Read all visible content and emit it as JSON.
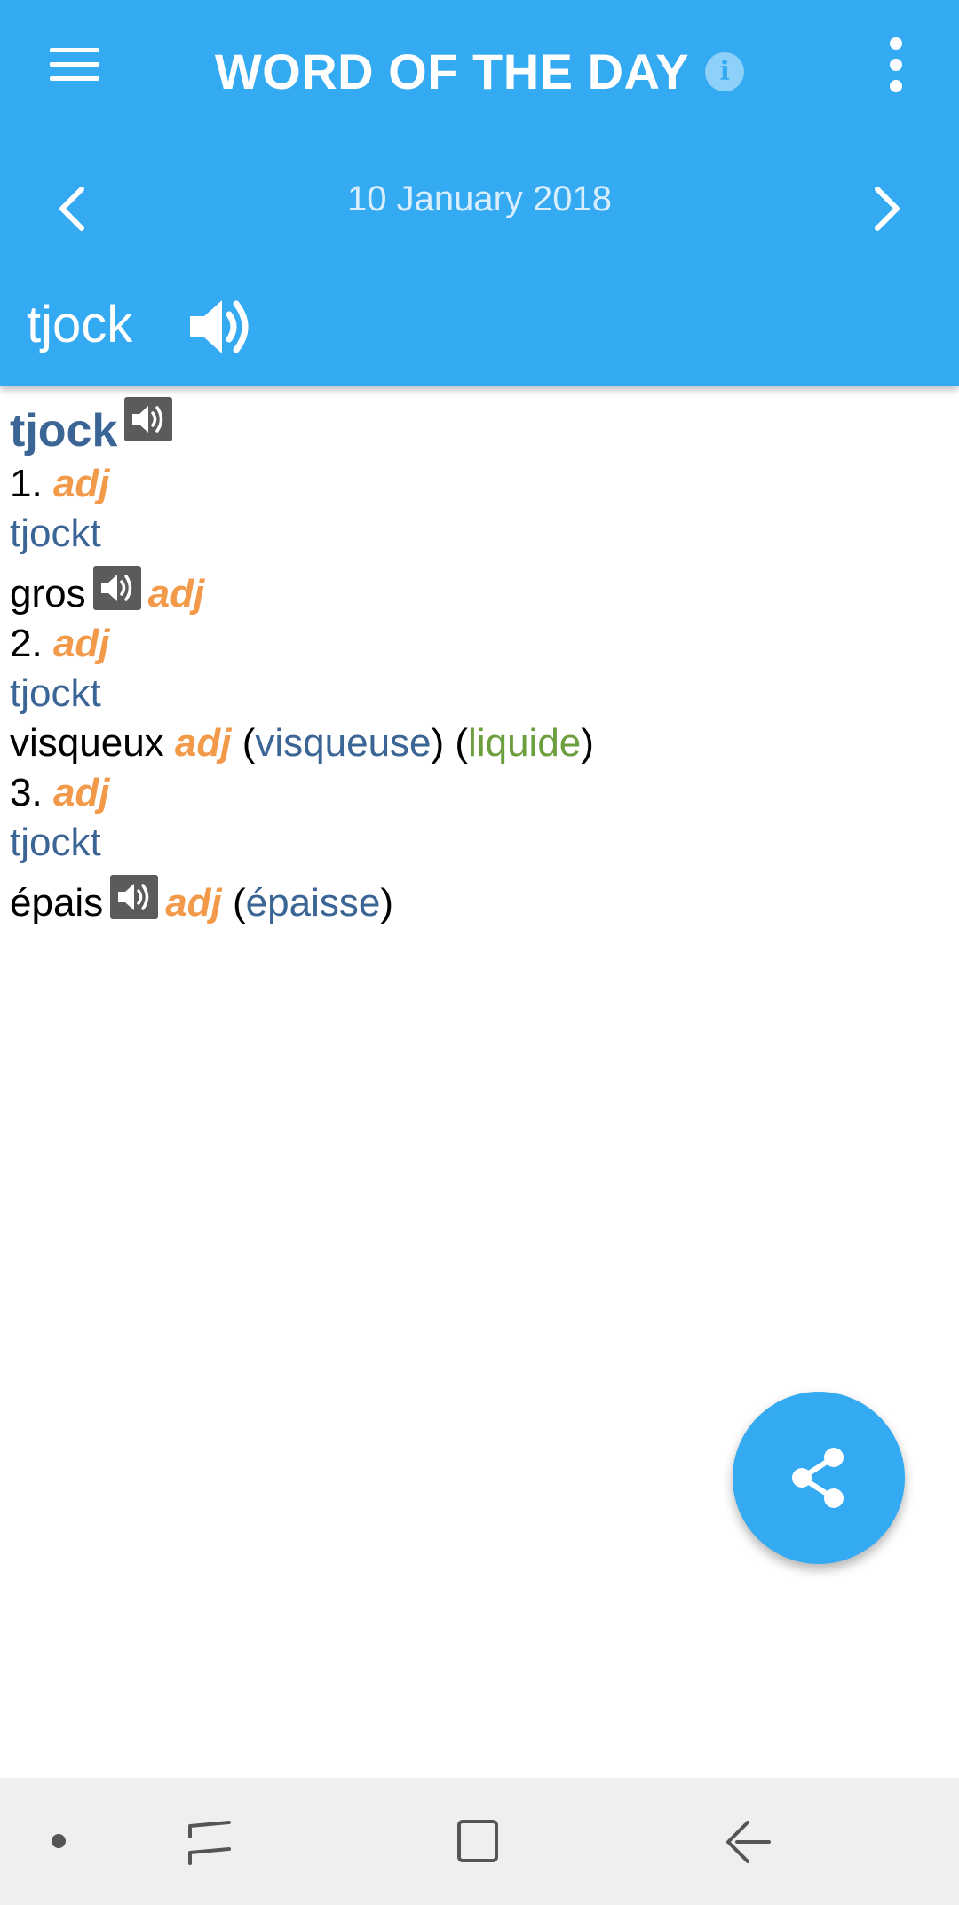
{
  "app": {
    "title": "WORD OF THE DAY",
    "date": "10 January 2018",
    "word": "tjock",
    "colors": {
      "accent": "#33aaf2",
      "headword": "#3a6595",
      "part_of_speech": "#f39a4a",
      "context": "#6b9e3c"
    }
  },
  "icons": {
    "menu": "hamburger-icon",
    "info": "info-icon",
    "more": "more-vert-icon",
    "prev": "chevron-left-icon",
    "next": "chevron-right-icon",
    "speaker": "speaker-icon",
    "share": "share-icon"
  },
  "entry": {
    "headword": "tjock",
    "senses": [
      {
        "number": "1.",
        "pos": "adj",
        "inflection": "tjockt",
        "translation": "gros",
        "translation_pos": "adj"
      },
      {
        "number": "2.",
        "pos": "adj",
        "inflection": "tjockt",
        "translation": "visqueux",
        "translation_pos": "adj",
        "feminine": "visqueuse",
        "context": "liquide"
      },
      {
        "number": "3.",
        "pos": "adj",
        "inflection": "tjockt",
        "translation": "épais",
        "translation_pos": "adj",
        "feminine": "épaisse"
      }
    ]
  },
  "navbar": {
    "items": [
      "dot",
      "recents",
      "home",
      "back"
    ]
  }
}
